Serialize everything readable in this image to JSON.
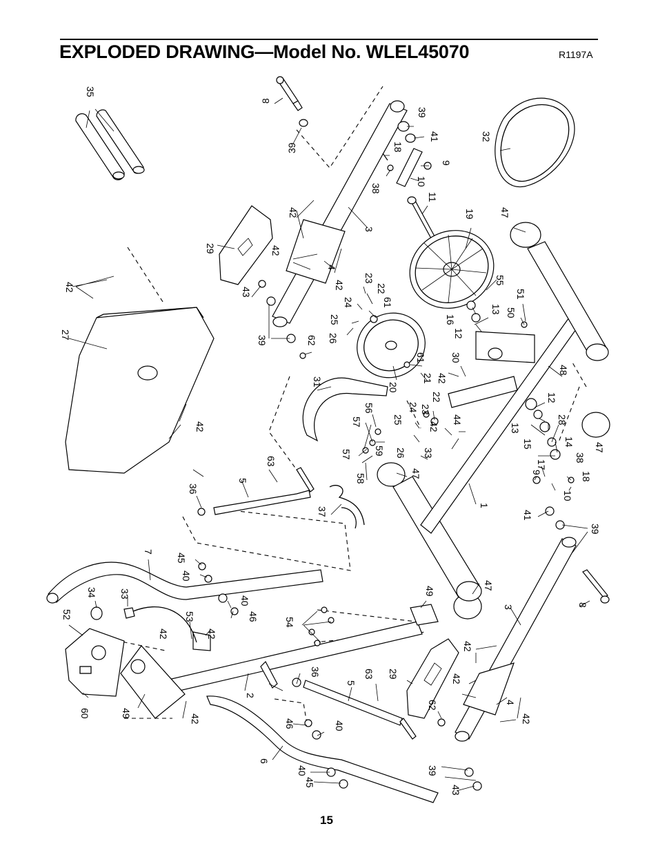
{
  "header": {
    "title": "EXPLODED DRAWING—Model No. WLEL45070",
    "drawing_code": "R1197A"
  },
  "footer": {
    "page_number": "15"
  },
  "callouts": {
    "c35": "35",
    "c8a": "8",
    "c39a": "39",
    "c39b": "39",
    "c41a": "41",
    "c18a": "18",
    "c9a": "9",
    "c38a": "38",
    "c10a": "10",
    "c11": "11",
    "c32": "32",
    "c3a": "3",
    "c42a": "42",
    "c42b": "42",
    "c4a": "4",
    "c42c": "42",
    "c29a": "29",
    "c19": "19",
    "c47a": "47",
    "c42d": "42",
    "c43a": "43",
    "c23a": "23",
    "c22a": "22",
    "c24a": "24",
    "c61a": "61",
    "c25a": "25",
    "c26a": "26",
    "c39c": "39",
    "c62a": "62",
    "c27": "27",
    "c55": "55",
    "c16": "16",
    "c12a": "12",
    "c13a": "13",
    "c50": "50",
    "c51": "51",
    "c20": "20",
    "c61b": "61",
    "c21": "21",
    "c42e": "42",
    "c30": "30",
    "c48": "48",
    "c31": "31",
    "c56": "56",
    "c57a": "57",
    "c25b": "25",
    "c24b": "24",
    "c22b": "22",
    "c23b": "23",
    "c42f": "42",
    "c44": "44",
    "c12b": "12",
    "c28": "28",
    "c13b": "13",
    "c15": "15",
    "c14": "14",
    "c47b": "47",
    "c42g": "42",
    "c63a": "63",
    "c5a": "5",
    "c36a": "36",
    "c57b": "57",
    "c59": "59",
    "c26b": "26",
    "c33a": "33",
    "c58": "58",
    "c47c": "47",
    "c17": "17",
    "c38b": "38",
    "c18b": "18",
    "c9b": "9",
    "c10b": "10",
    "c1": "1",
    "c37": "37",
    "c41b": "41",
    "c39d": "39",
    "c7": "7",
    "c45a": "45",
    "c40a": "40",
    "c47d": "47",
    "c8b": "8",
    "c34": "34",
    "c33b": "33",
    "c52": "52",
    "c53": "53",
    "c42h": "42",
    "c40b": "40",
    "c46a": "46",
    "c49a": "49",
    "c54": "54",
    "c3b": "3",
    "c42i": "42",
    "c42j": "42",
    "c2": "2",
    "c36b": "36",
    "c5b": "5",
    "c63b": "63",
    "c29b": "29",
    "c42k": "42",
    "c4b": "4",
    "c60": "60",
    "c49b": "49",
    "c42l": "42",
    "c62b": "62",
    "c42m": "42",
    "c46b": "46",
    "c40c": "40",
    "c6": "6",
    "c39e": "39",
    "c40d": "40",
    "c45b": "45",
    "c43b": "43"
  }
}
